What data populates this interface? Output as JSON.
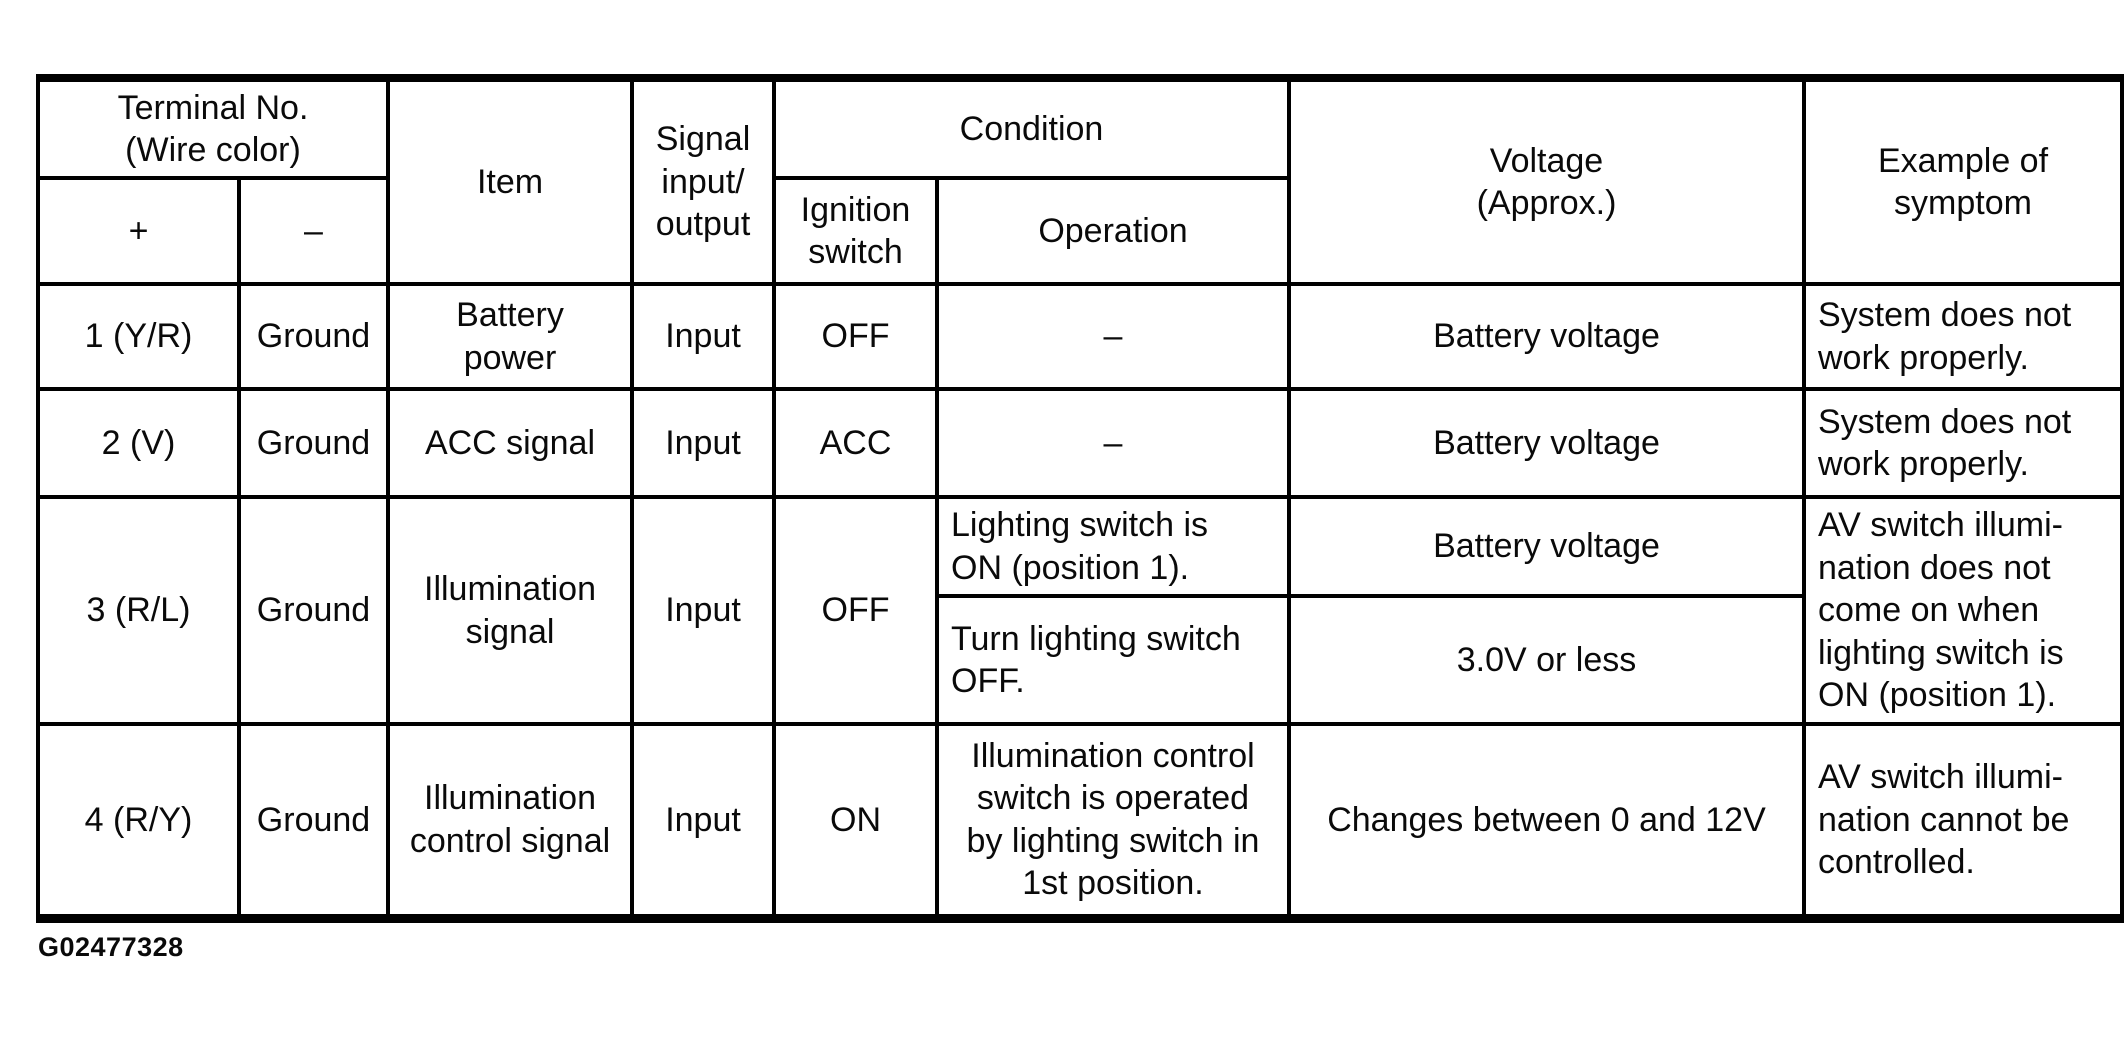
{
  "page": {
    "figure_id": "G02477328"
  },
  "table": {
    "header": {
      "terminal": "Terminal No.\n(Wire color)",
      "plus": "+",
      "minus": "–",
      "item": "Item",
      "signal": "Signal\ninput/\noutput",
      "condition": "Condition",
      "ignition": "Ignition\nswitch",
      "operation": "Operation",
      "voltage": "Voltage\n(Approx.)",
      "symptom": "Example of\nsymptom"
    },
    "rows": {
      "r1": {
        "plus": "1 (Y/R)",
        "minus": "Ground",
        "item": "Battery\npower",
        "signal": "Input",
        "ignition": "OFF",
        "operation": "–",
        "voltage": "Battery voltage",
        "symptom": "System does not\nwork properly."
      },
      "r2": {
        "plus": "2 (V)",
        "minus": "Ground",
        "item": "ACC signal",
        "signal": "Input",
        "ignition": "ACC",
        "operation": "–",
        "voltage": "Battery voltage",
        "symptom": "System does not\nwork properly."
      },
      "r3": {
        "plus": "3 (R/L)",
        "minus": "Ground",
        "item": "Illumination\nsignal",
        "signal": "Input",
        "ignition": "OFF",
        "sub_a": {
          "operation": "Lighting switch is\nON (position 1).",
          "voltage": "Battery voltage"
        },
        "sub_b": {
          "operation": "Turn lighting switch\nOFF.",
          "voltage": "3.0V or less"
        },
        "symptom": "AV switch illumi-\nnation does not\ncome on when\nlighting switch is\nON (position 1)."
      },
      "r4": {
        "plus": "4 (R/Y)",
        "minus": "Ground",
        "item": "Illumination\ncontrol signal",
        "signal": "Input",
        "ignition": "ON",
        "operation": "Illumination control\nswitch is operated\nby lighting switch in\n1st position.",
        "voltage": "Changes between 0 and 12V",
        "symptom": "AV switch illumi-\nnation cannot be\ncontrolled."
      }
    }
  }
}
